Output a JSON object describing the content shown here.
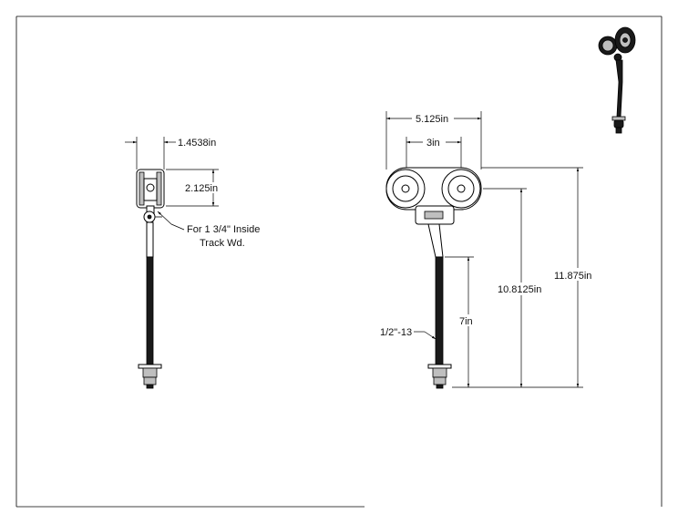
{
  "side_view": {
    "width_label": "1.4538in",
    "height_label": "2.125in",
    "note_line1": "For 1 3/4\" Inside",
    "note_line2": "Track Wd."
  },
  "front_view": {
    "overall_width_label": "5.125in",
    "wheel_spacing_label": "3in",
    "overall_height_label": "11.875in",
    "wheel_height_label": "10.8125in",
    "bolt_length_label": "7in",
    "thread_label": "1/2\"-13"
  }
}
